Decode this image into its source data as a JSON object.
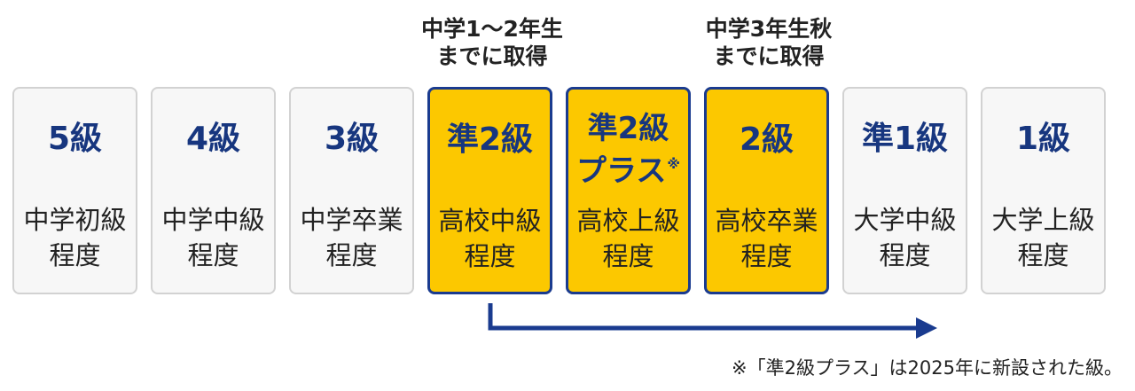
{
  "annotations": {
    "left": {
      "line1": "中学1～2年生",
      "line2": "までに取得"
    },
    "right": {
      "line1": "中学3年生秋",
      "line2": "までに取得"
    }
  },
  "grades": [
    {
      "name": "5級",
      "level1": "中学初級",
      "level2": "程度",
      "highlighted": false
    },
    {
      "name": "4級",
      "level1": "中学中級",
      "level2": "程度",
      "highlighted": false
    },
    {
      "name": "3級",
      "level1": "中学卒業",
      "level2": "程度",
      "highlighted": false
    },
    {
      "name": "準2級",
      "level1": "高校中級",
      "level2": "程度",
      "highlighted": true
    },
    {
      "name1": "準2級",
      "name2": "プラス",
      "mark": "※",
      "level1": "高校上級",
      "level2": "程度",
      "highlighted": true
    },
    {
      "name": "2級",
      "level1": "高校卒業",
      "level2": "程度",
      "highlighted": true
    },
    {
      "name": "準1級",
      "level1": "大学中級",
      "level2": "程度",
      "highlighted": false
    },
    {
      "name": "1級",
      "level1": "大学上級",
      "level2": "程度",
      "highlighted": false
    }
  ],
  "footnote": "※「準2級プラス」は2025年に新設された級。",
  "colors": {
    "highlight_fill": "#fcc800",
    "navy": "#1a3b8f",
    "card_fill": "#f7f7f7",
    "card_border": "#d2d2d2"
  }
}
